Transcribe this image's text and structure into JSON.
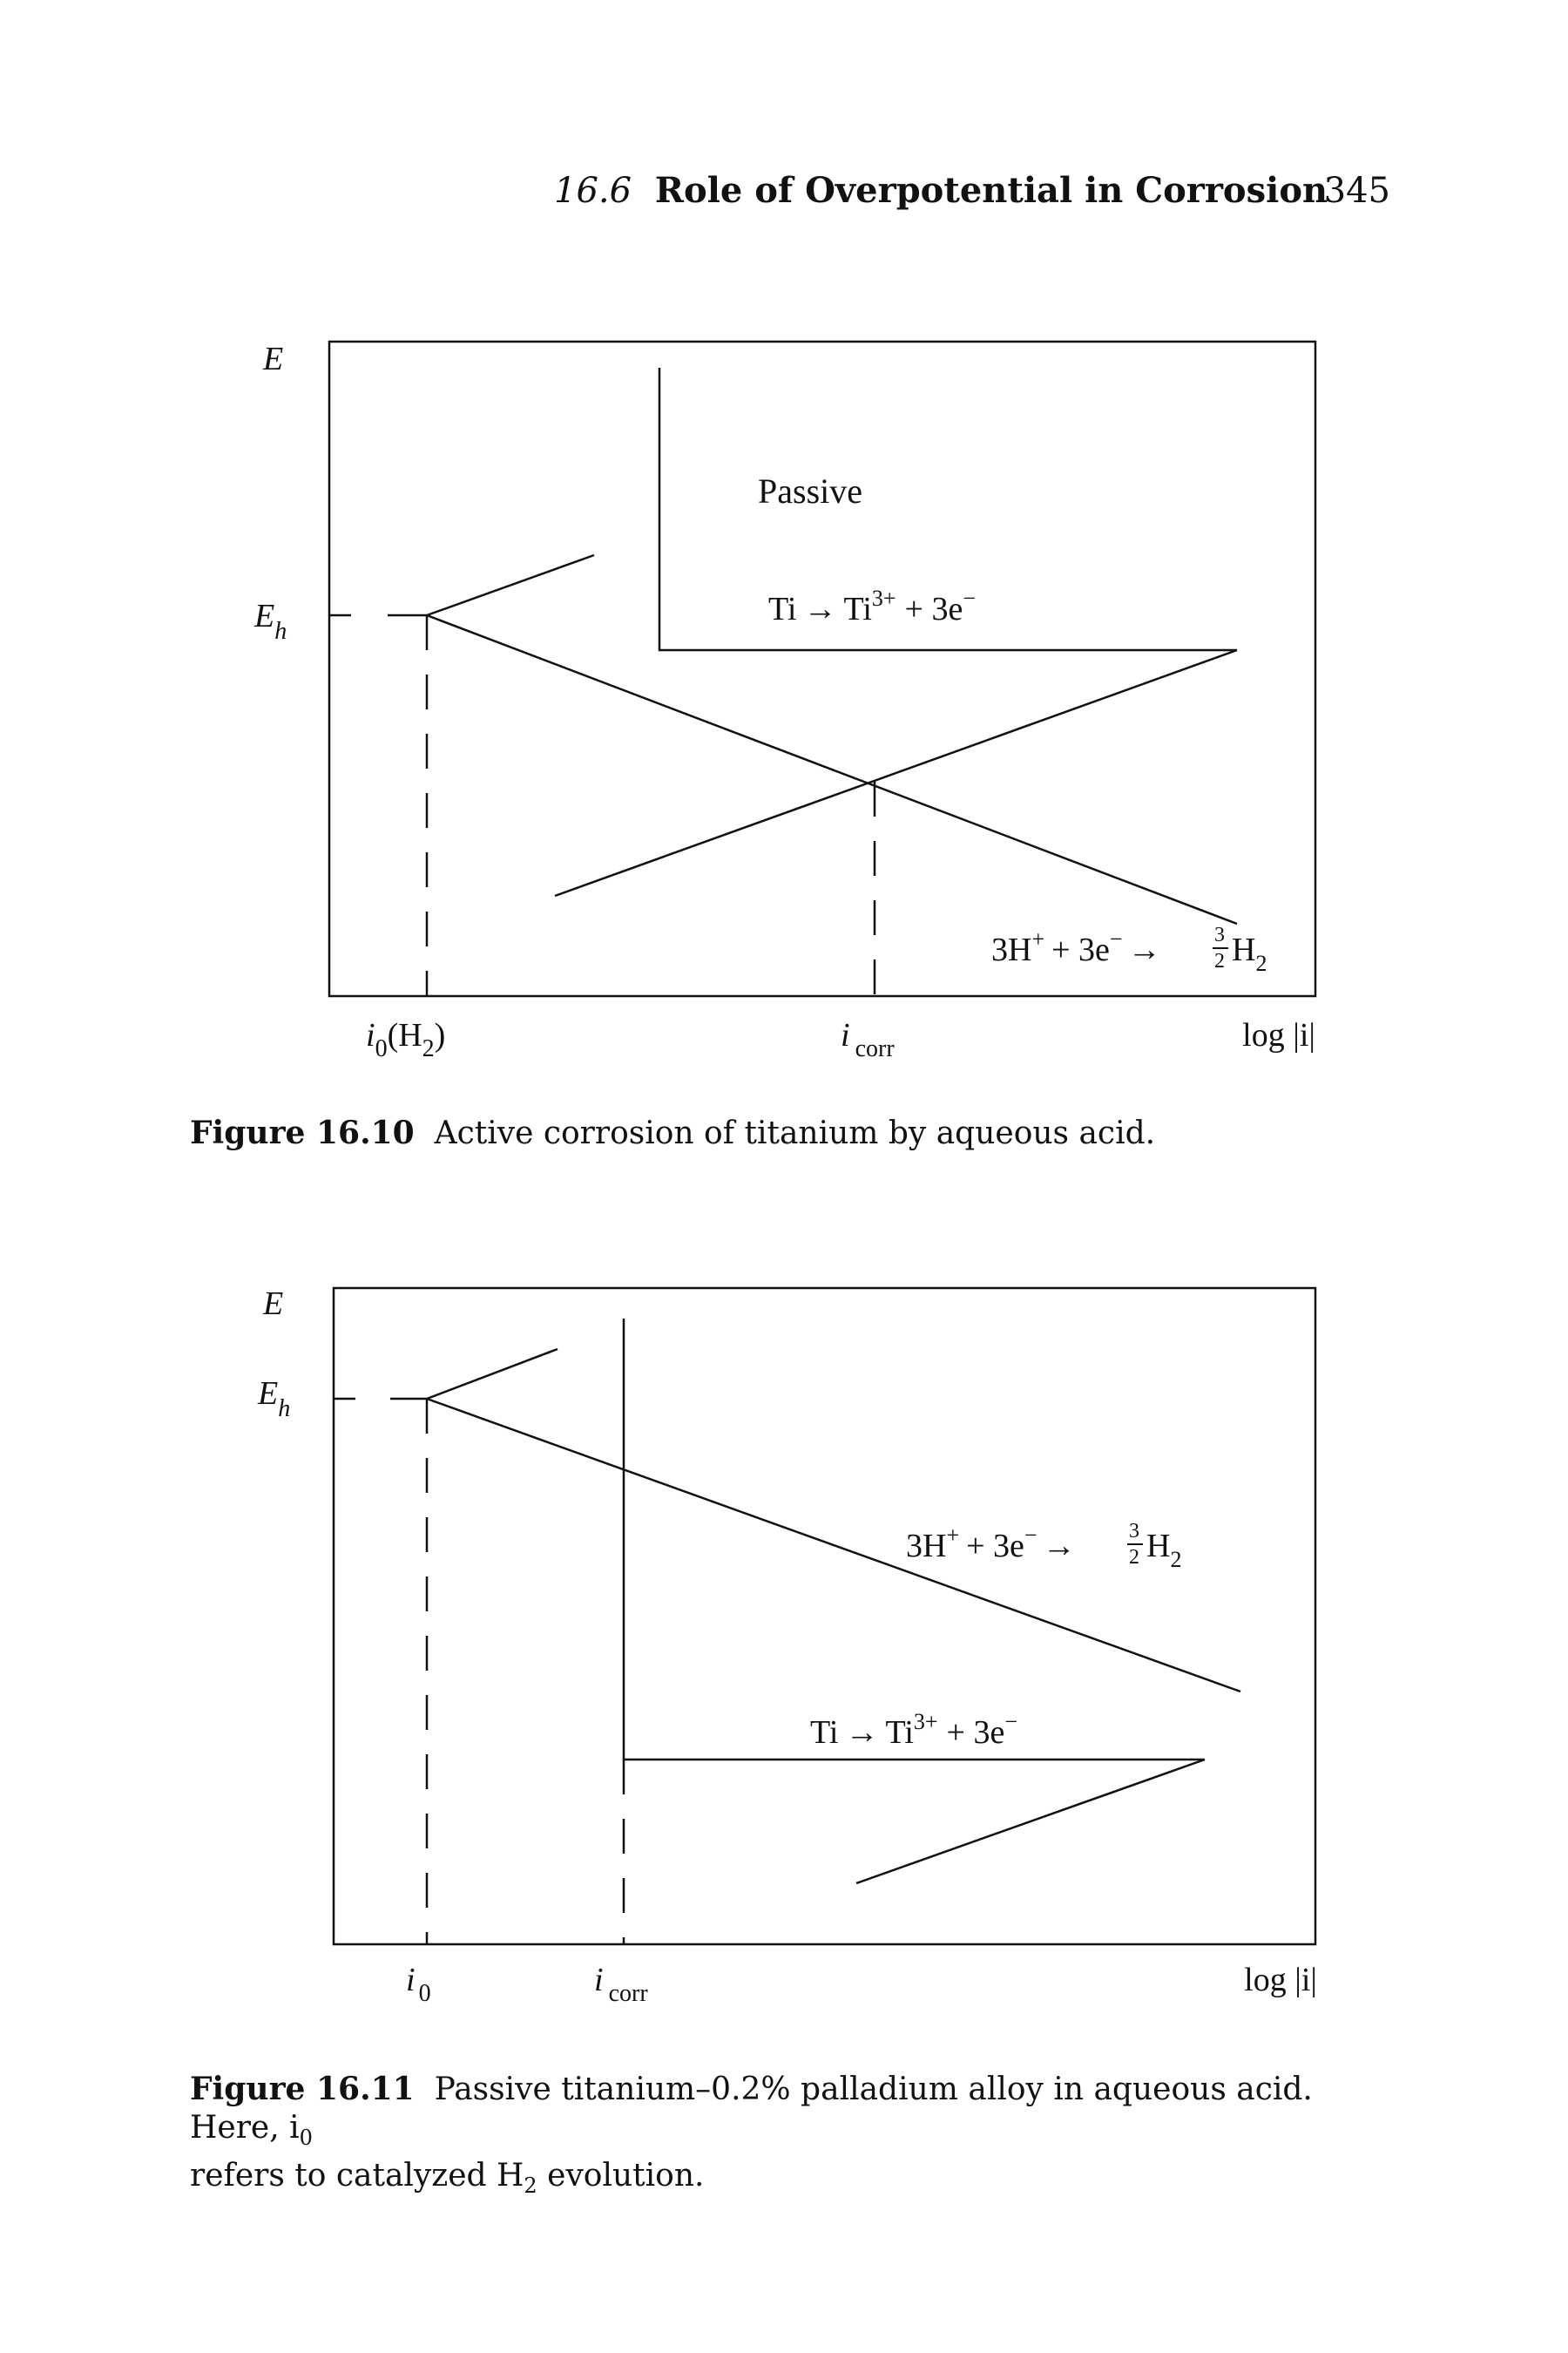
{
  "header": {
    "section_number": "16.6",
    "section_title": "Role of Overpotential in Corrosion",
    "page_number": "345"
  },
  "figure_10": {
    "y_axis": "E",
    "eh_label": "E",
    "eh_sub": "h",
    "passive_label": "Passive",
    "ti_reaction": {
      "lhs": "Ti",
      "arrow": "→",
      "ion": "Ti",
      "ion_sup": "3+",
      "rhs": "+ 3e",
      "rhs_sup": "−"
    },
    "h_reaction": {
      "lhs": "3H",
      "lhs_sup": "+",
      "mid": "+ 3e",
      "mid_sup": "−",
      "arrow": "→",
      "num": "3",
      "den": "2",
      "prod": "H",
      "prod_sub": "2"
    },
    "x_labels": {
      "i0": "i",
      "i0_sub": "0",
      "i0_paren": "(H",
      "i0_paren_sub": "2",
      "i0_close": ")",
      "icorr": "i",
      "icorr_sub": "corr",
      "logi": "log |i|"
    },
    "caption_label": "Figure 16.10",
    "caption_text": "Active corrosion of titanium by aqueous acid."
  },
  "figure_11": {
    "y_axis": "E",
    "eh_label": "E",
    "eh_sub": "h",
    "h_reaction": {
      "lhs": "3H",
      "lhs_sup": "+",
      "mid": "+ 3e",
      "mid_sup": "−",
      "arrow": "→",
      "num": "3",
      "den": "2",
      "prod": "H",
      "prod_sub": "2"
    },
    "ti_reaction": {
      "lhs": "Ti",
      "arrow": "→",
      "ion": "Ti",
      "ion_sup": "3+",
      "rhs": "+ 3e",
      "rhs_sup": "−"
    },
    "x_labels": {
      "i0": "i",
      "i0_sub": "0",
      "icorr": "i",
      "icorr_sub": "corr",
      "logi": "log |i|"
    },
    "caption_label": "Figure 16.11",
    "caption_text": "Passive titanium–0.2% palladium alloy in aqueous acid. Here, i",
    "caption_sub": "0",
    "caption_text_2": "refers to catalyzed H",
    "caption_sub_2": "2",
    "caption_text_3": "evolution."
  }
}
